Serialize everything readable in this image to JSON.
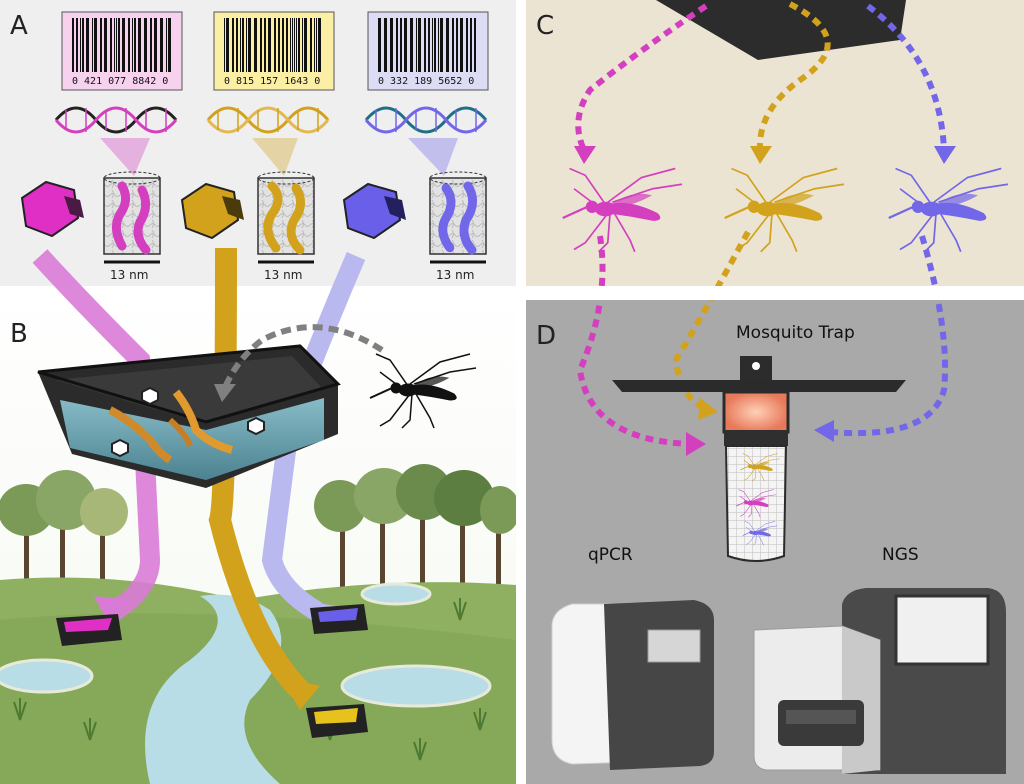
{
  "panels": {
    "a": "A",
    "b": "B",
    "c": "C",
    "d": "D"
  },
  "colors": {
    "magenta": "#d43fbf",
    "gold": "#d2a21c",
    "violet": "#7167e8",
    "panel_a_bg": "#efefef",
    "panel_c_bg": "#ece4d2",
    "panel_d_bg": "#a9a9a9"
  },
  "barcodes": [
    {
      "digits": "0  421 077   8842  0",
      "color": "magenta",
      "bg": "#f6d2ee"
    },
    {
      "digits": "0  815 157   1643  0",
      "color": "gold",
      "bg": "#fbefa6"
    },
    {
      "digits": "0  332 189   5652  0",
      "color": "violet",
      "bg": "#dcdcf4"
    }
  ],
  "scale_bar": "13 nm",
  "trap": {
    "title": "Mosquito Trap"
  },
  "instruments": {
    "qpcr": "qPCR",
    "ngs": "NGS"
  },
  "icons": [
    "barcode-icon",
    "dna-helix-icon",
    "hexagon-particle-icon",
    "mosquito-icon",
    "larva-icon",
    "tray-icon",
    "trap-icon",
    "qpcr-machine-icon",
    "ngs-machine-icon",
    "tree-icon"
  ]
}
